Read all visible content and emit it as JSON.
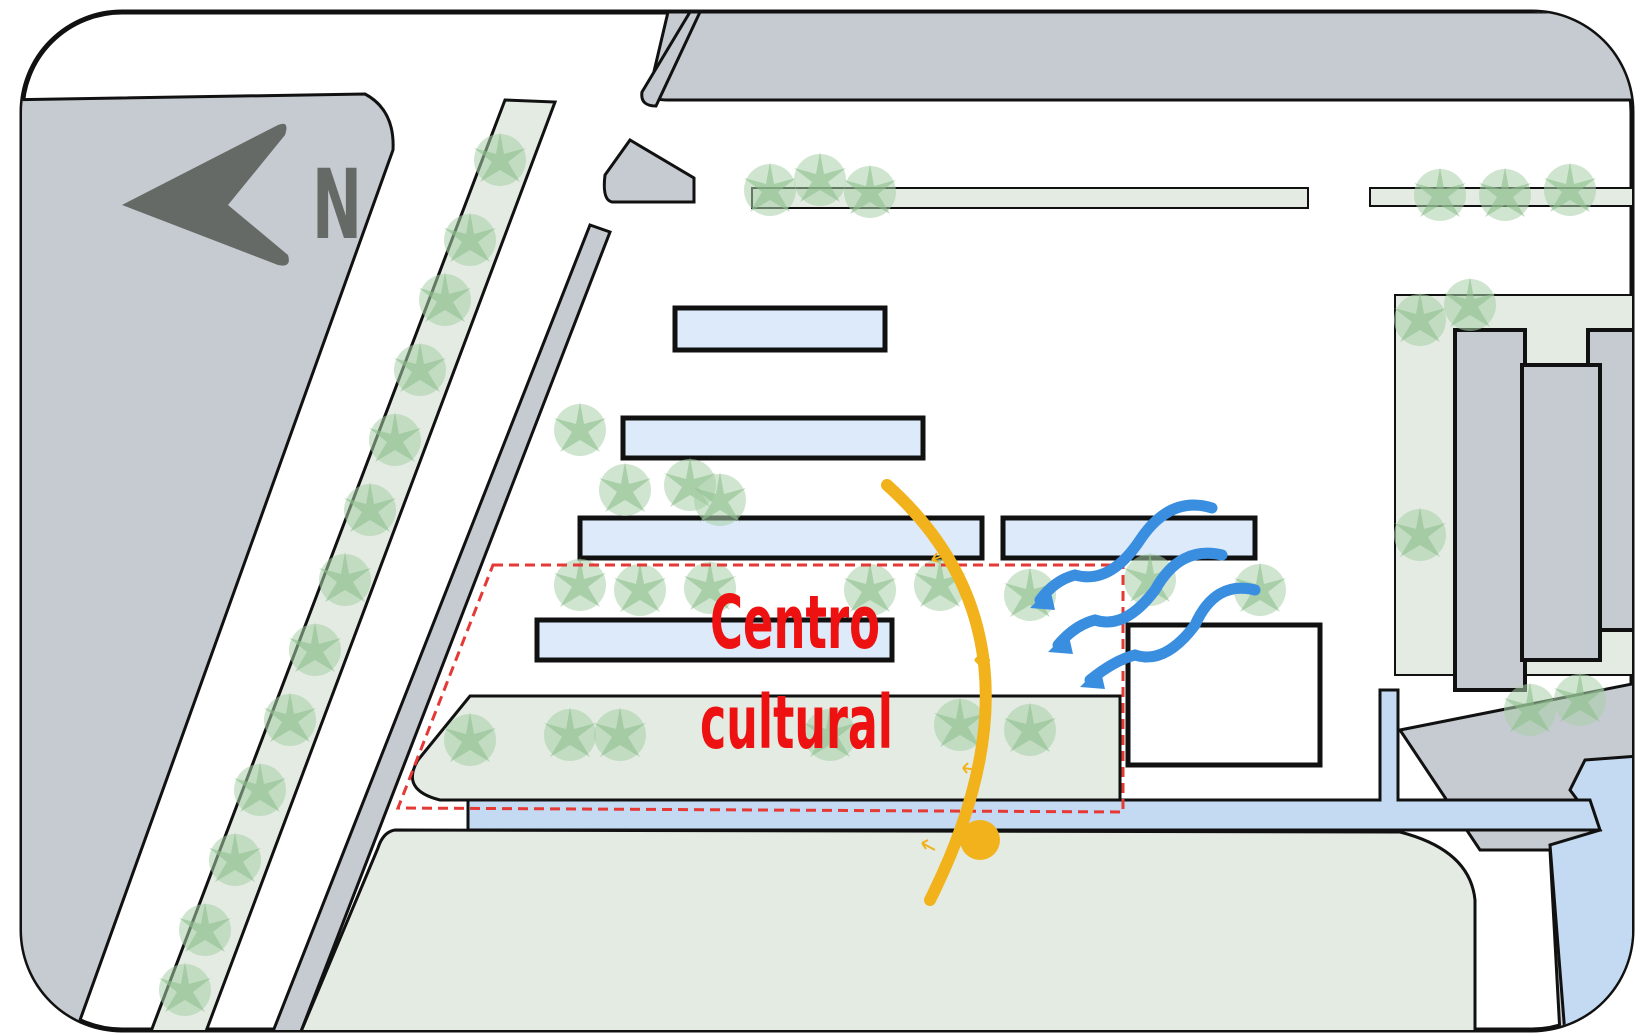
{
  "compass": {
    "letter": "N",
    "icon": "north-arrow-icon"
  },
  "site_label": {
    "line1": "Centro",
    "line2": "cultural"
  },
  "colors": {
    "road": "#c5cbd0",
    "green_area": "#e3ebe3",
    "building": "#dceafa",
    "water": "#c3daf2",
    "tree": "#a8cfa8",
    "site_boundary": "#e53935",
    "sun_path": "#f2b21b",
    "wind": "#3a8ee0",
    "label": "#ee1111"
  }
}
